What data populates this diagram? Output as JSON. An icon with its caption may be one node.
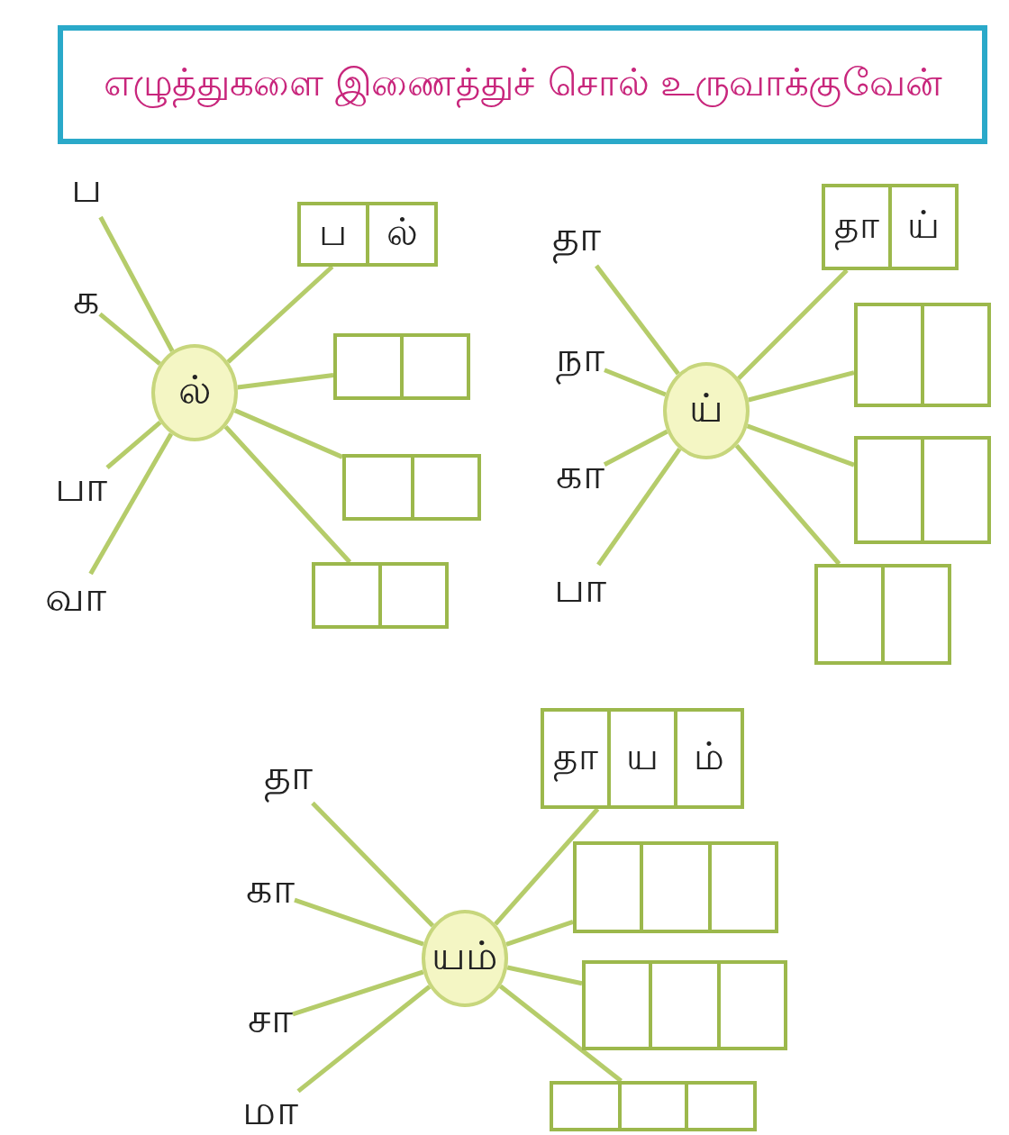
{
  "diagram": {
    "title": "எழுத்துகளை இணைத்துச் சொல் உருவாக்குவேன்",
    "nodes": [
      {
        "text": [
          "ல்"
        ]
      },
      {
        "text": [
          "ப"
        ]
      },
      {
        "text": [
          "க"
        ]
      },
      {
        "text": [
          "பா"
        ]
      },
      {
        "text": [
          "வா"
        ]
      },
      {
        "text": [
          "ப",
          "ல்"
        ]
      },
      {
        "text": [],
        "shape": "box"
      },
      {
        "text": [],
        "shape": "box"
      },
      {
        "text": [],
        "shape": "box"
      },
      {
        "text": [
          "ய்"
        ]
      },
      {
        "text": [
          "தா"
        ]
      },
      {
        "text": [
          "நா"
        ]
      },
      {
        "text": [
          "கா"
        ]
      },
      {
        "text": [
          "பா"
        ]
      },
      {
        "text": [
          "தா",
          "ய்"
        ]
      },
      {
        "text": [],
        "shape": "box"
      },
      {
        "text": [],
        "shape": "box"
      },
      {
        "text": [],
        "shape": "box"
      },
      {
        "text": [
          "யம்"
        ]
      },
      {
        "text": [
          "தா"
        ]
      },
      {
        "text": [
          "கா"
        ]
      },
      {
        "text": [
          "சா"
        ]
      },
      {
        "text": [
          "மா"
        ]
      },
      {
        "text": [
          "தா",
          "ய",
          "ம்"
        ]
      },
      {
        "text": [],
        "shape": "box"
      },
      {
        "text": [],
        "shape": "box"
      },
      {
        "text": [],
        "shape": "box"
      }
    ],
    "edges": [
      {
        "from": 0,
        "to": 1,
        "arrow": "none"
      },
      {
        "from": 0,
        "to": 2,
        "arrow": "none"
      },
      {
        "from": 0,
        "to": 3,
        "arrow": "none"
      },
      {
        "from": 0,
        "to": 4,
        "arrow": "none"
      },
      {
        "from": 0,
        "to": 5,
        "arrow": "none"
      },
      {
        "from": 0,
        "to": 6,
        "arrow": "none"
      },
      {
        "from": 0,
        "to": 7,
        "arrow": "none"
      },
      {
        "from": 0,
        "to": 8,
        "arrow": "none"
      },
      {
        "from": 9,
        "to": 10,
        "arrow": "none"
      },
      {
        "from": 9,
        "to": 11,
        "arrow": "none"
      },
      {
        "from": 9,
        "to": 12,
        "arrow": "none"
      },
      {
        "from": 9,
        "to": 13,
        "arrow": "none"
      },
      {
        "from": 9,
        "to": 14,
        "arrow": "none"
      },
      {
        "from": 9,
        "to": 15,
        "arrow": "none"
      },
      {
        "from": 9,
        "to": 16,
        "arrow": "none"
      },
      {
        "from": 9,
        "to": 17,
        "arrow": "none"
      },
      {
        "from": 18,
        "to": 19,
        "arrow": "none"
      },
      {
        "from": 18,
        "to": 20,
        "arrow": "none"
      },
      {
        "from": 18,
        "to": 21,
        "arrow": "none"
      },
      {
        "from": 18,
        "to": 22,
        "arrow": "none"
      },
      {
        "from": 18,
        "to": 23,
        "arrow": "none"
      },
      {
        "from": 18,
        "to": 24,
        "arrow": "none"
      },
      {
        "from": 18,
        "to": 25,
        "arrow": "none"
      },
      {
        "from": 18,
        "to": 26,
        "arrow": "none"
      }
    ]
  }
}
